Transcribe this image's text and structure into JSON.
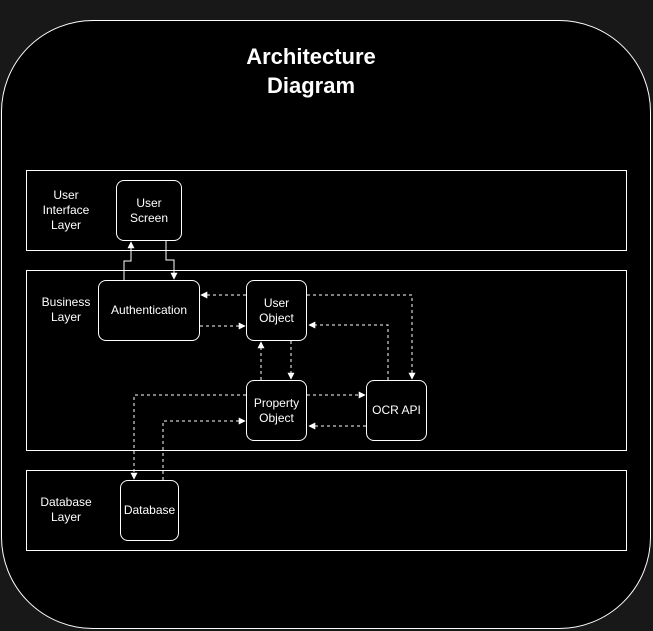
{
  "diagram": {
    "title_line1": "Architecture",
    "title_line2": "Diagram",
    "layers": {
      "ui": {
        "line1": "User",
        "line2": "Interface",
        "line3": "Layer"
      },
      "business": {
        "line1": "Business",
        "line2": "Layer"
      },
      "database": {
        "line1": "Database",
        "line2": "Layer"
      }
    },
    "nodes": {
      "user_screen": {
        "line1": "User",
        "line2": "Screen"
      },
      "authentication": {
        "line1": "Authentication"
      },
      "user_object": {
        "line1": "User",
        "line2": "Object"
      },
      "property_object": {
        "line1": "Property",
        "line2": "Object"
      },
      "ocr_api": {
        "line1": "OCR API"
      },
      "database": {
        "line1": "Database"
      }
    },
    "connections": [
      {
        "from": "authentication",
        "to": "user_screen",
        "style": "solid"
      },
      {
        "from": "user_screen",
        "to": "authentication",
        "style": "solid"
      },
      {
        "from": "authentication",
        "to": "user_object",
        "style": "dashed"
      },
      {
        "from": "user_object",
        "to": "authentication",
        "style": "dashed"
      },
      {
        "from": "user_object",
        "to": "ocr_api",
        "style": "dashed"
      },
      {
        "from": "ocr_api",
        "to": "user_object",
        "style": "dashed"
      },
      {
        "from": "user_object",
        "to": "property_object",
        "style": "dashed"
      },
      {
        "from": "property_object",
        "to": "user_object",
        "style": "dashed"
      },
      {
        "from": "property_object",
        "to": "ocr_api",
        "style": "dashed"
      },
      {
        "from": "ocr_api",
        "to": "property_object",
        "style": "dashed"
      },
      {
        "from": "property_object",
        "to": "database",
        "style": "dashed"
      },
      {
        "from": "database",
        "to": "property_object",
        "style": "dashed"
      }
    ],
    "colors": {
      "background": "#181818",
      "canvas": "#000000",
      "stroke": "#ffffff"
    }
  }
}
